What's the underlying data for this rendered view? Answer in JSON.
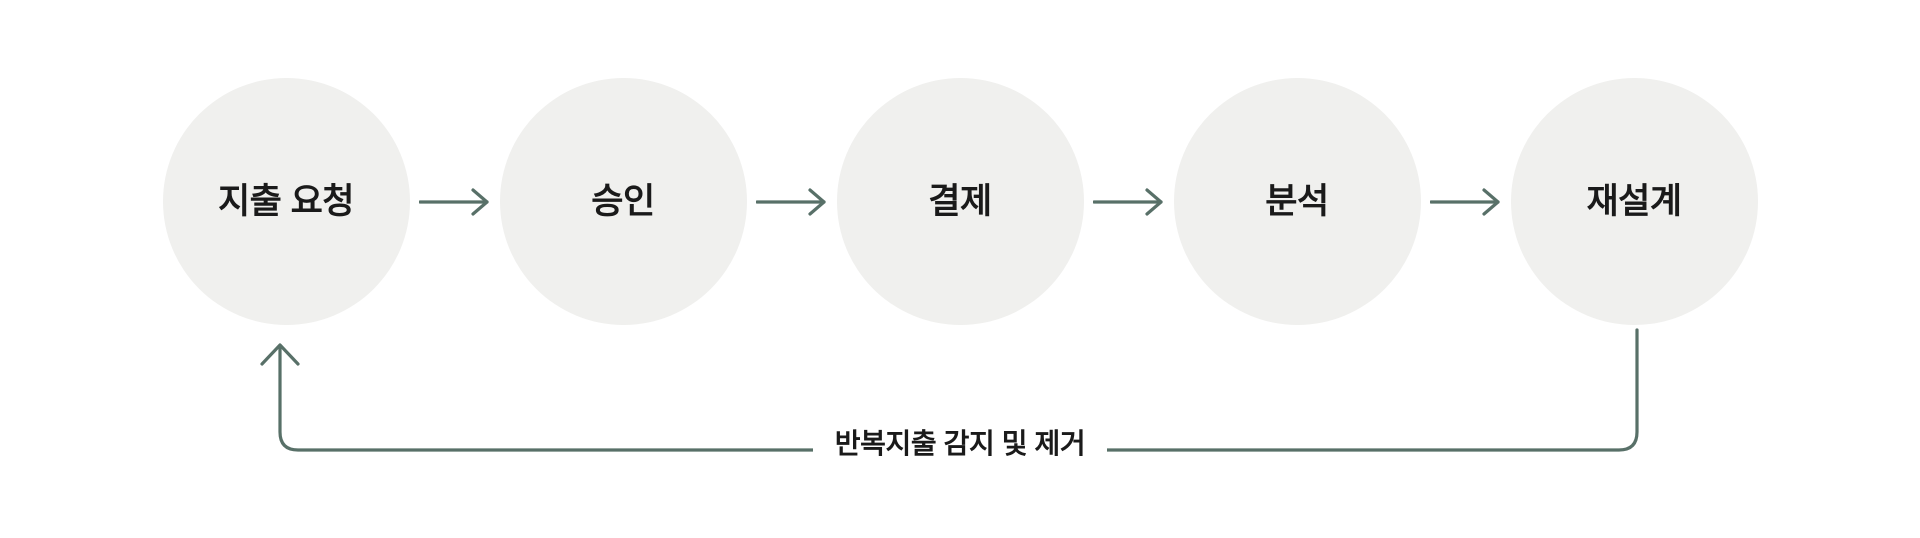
{
  "diagram": {
    "type": "process-flow-cycle",
    "background_color": "#ffffff",
    "circle_fill_color": "#f0f0ee",
    "accent_line_color": "#587068",
    "text_color": "#1a1a1a",
    "stages": [
      {
        "label": "지출 요청"
      },
      {
        "label": "승인"
      },
      {
        "label": "결제"
      },
      {
        "label": "분석"
      },
      {
        "label": "재설계"
      }
    ],
    "connectors": [
      {
        "icon": "arrow-right-icon"
      },
      {
        "icon": "arrow-right-icon"
      },
      {
        "icon": "arrow-right-icon"
      },
      {
        "icon": "arrow-right-icon"
      }
    ],
    "feedback_loop": {
      "label": "반복지출 감지 및 제거",
      "icon": "arrow-up-icon",
      "from_stage": "재설계",
      "to_stage": "지출 요청"
    }
  }
}
